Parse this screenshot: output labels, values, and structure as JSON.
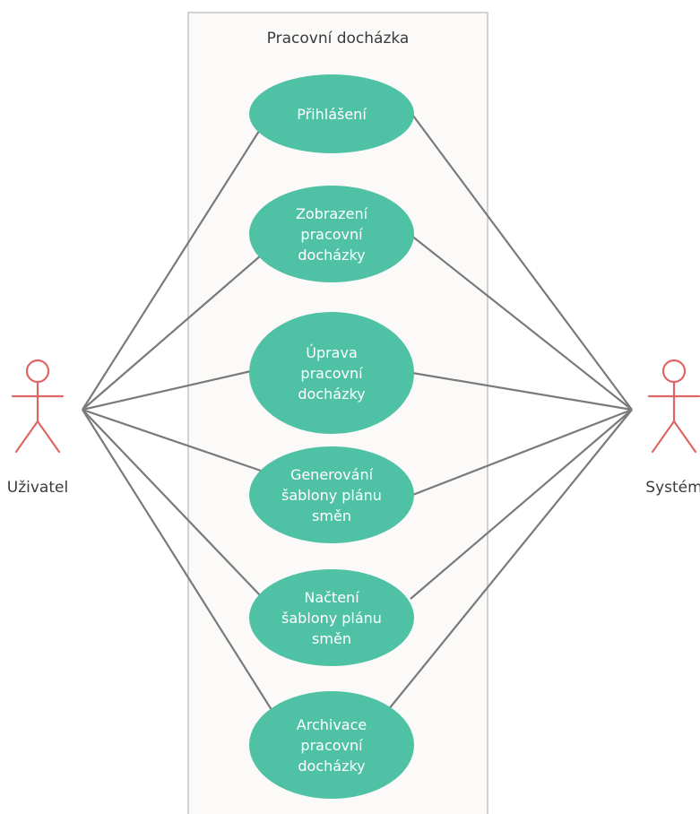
{
  "system": {
    "title": "Pracovní docházka"
  },
  "actors": [
    {
      "id": "user",
      "label": "Uživatel"
    },
    {
      "id": "system",
      "label": "Systém"
    }
  ],
  "use_cases": [
    {
      "id": "login",
      "lines": [
        "Přihlášení"
      ]
    },
    {
      "id": "view",
      "lines": [
        "Zobrazení",
        "pracovní",
        "docházky"
      ]
    },
    {
      "id": "edit",
      "lines": [
        "Úprava",
        "pracovní",
        "docházky"
      ]
    },
    {
      "id": "generate",
      "lines": [
        "Generování",
        "šablony plánu",
        "směn"
      ]
    },
    {
      "id": "load",
      "lines": [
        "Načtení",
        "šablony plánu",
        "směn"
      ]
    },
    {
      "id": "archive",
      "lines": [
        "Archivace",
        "pracovní",
        "docházky"
      ]
    }
  ],
  "associations": [
    {
      "actor": "user",
      "use_case": "login"
    },
    {
      "actor": "user",
      "use_case": "view"
    },
    {
      "actor": "user",
      "use_case": "edit"
    },
    {
      "actor": "user",
      "use_case": "generate"
    },
    {
      "actor": "user",
      "use_case": "load"
    },
    {
      "actor": "user",
      "use_case": "archive"
    },
    {
      "actor": "system",
      "use_case": "login"
    },
    {
      "actor": "system",
      "use_case": "view"
    },
    {
      "actor": "system",
      "use_case": "edit"
    },
    {
      "actor": "system",
      "use_case": "generate"
    },
    {
      "actor": "system",
      "use_case": "load"
    },
    {
      "actor": "system",
      "use_case": "archive"
    }
  ],
  "colors": {
    "boundary_fill": "#fbfaf8",
    "boundary_stroke": "#d2d2d0",
    "use_case_fill": "#4fc1a5",
    "actor_stroke": "#e06666",
    "line_stroke": "#7a7a7a",
    "text_dark": "#3a3a3a",
    "text_light": "#ffffff"
  }
}
